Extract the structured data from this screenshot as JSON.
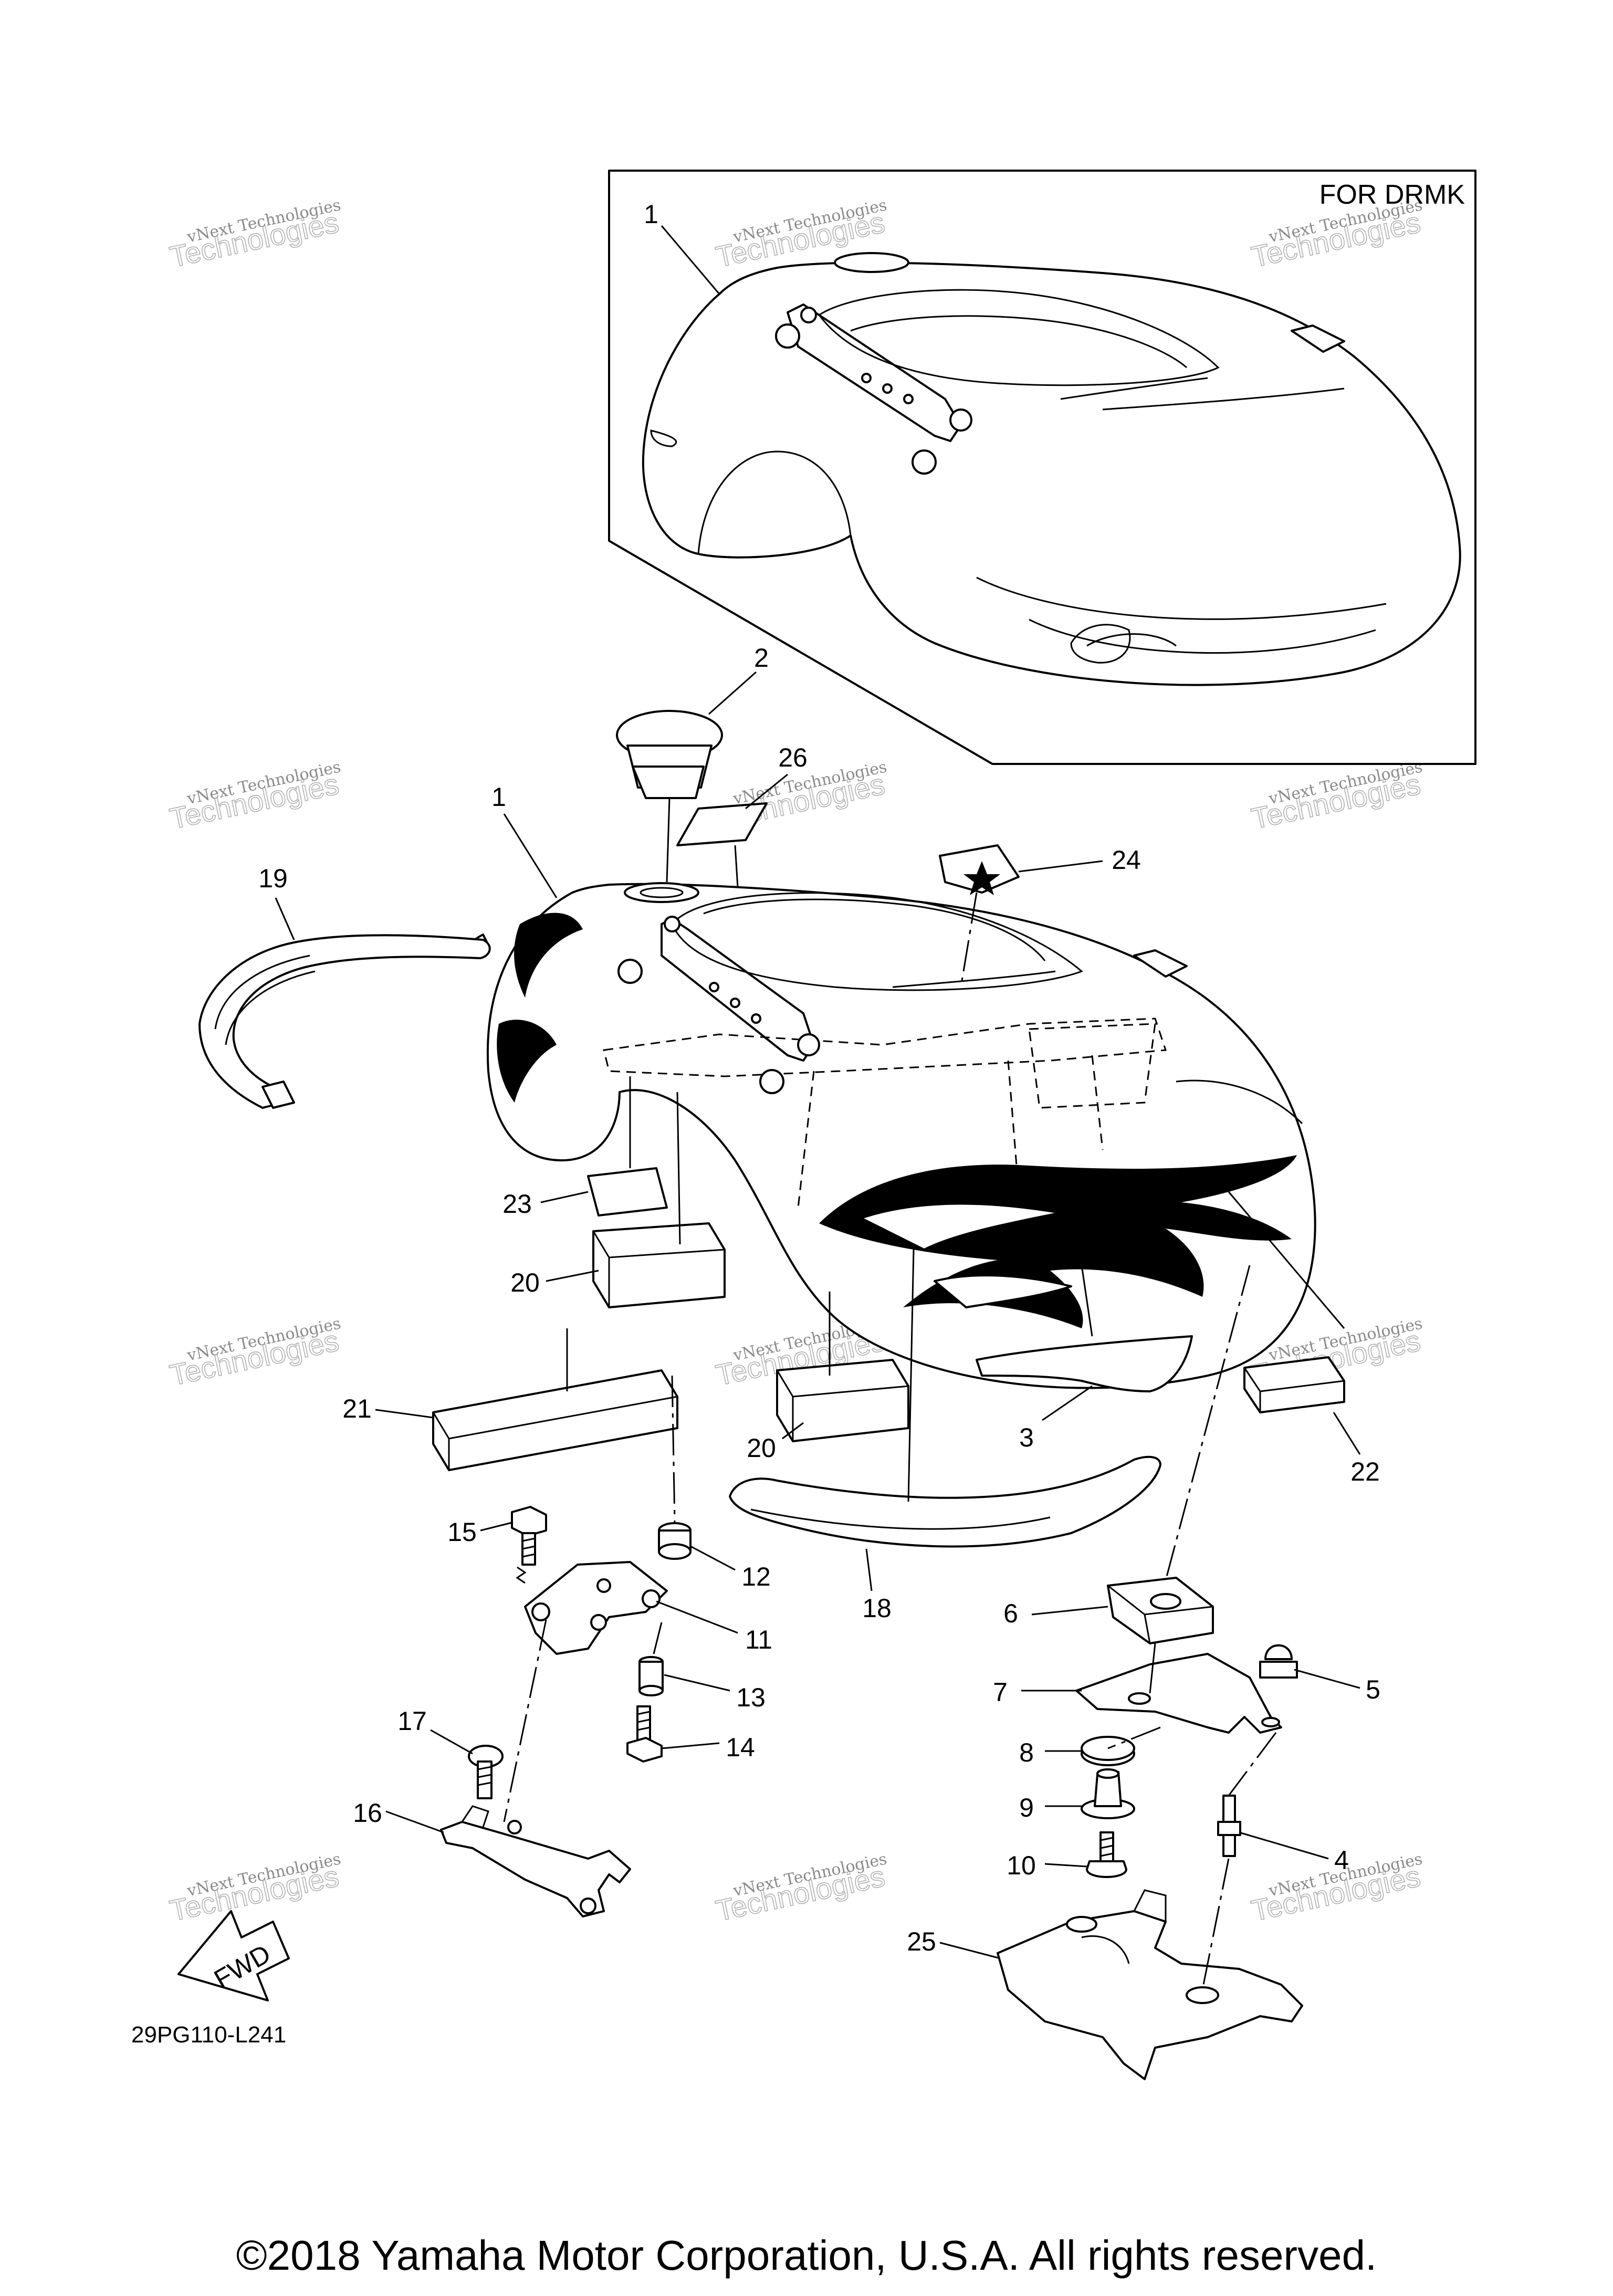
{
  "inset": {
    "label": "FOR DRMK"
  },
  "parts": {
    "p1_inset": "1",
    "p1": "1",
    "p2": "2",
    "p3": "3",
    "p4": "4",
    "p5": "5",
    "p6": "6",
    "p7": "7",
    "p8": "8",
    "p9": "9",
    "p10": "10",
    "p11": "11",
    "p12": "12",
    "p13": "13",
    "p14": "14",
    "p15": "15",
    "p16": "16",
    "p17": "17",
    "p18": "18",
    "p19": "19",
    "p20a": "20",
    "p20b": "20",
    "p21": "21",
    "p22": "22",
    "p23": "23",
    "p24": "24",
    "p25": "25",
    "p26": "26"
  },
  "fwd_label": "FWD",
  "diagram_code": "29PG110-L241",
  "watermark": {
    "line1": "vNext Technologies",
    "line2": "Technologies"
  },
  "copyright": "©2018 Yamaha Motor Corporation, U.S.A. All rights reserved."
}
